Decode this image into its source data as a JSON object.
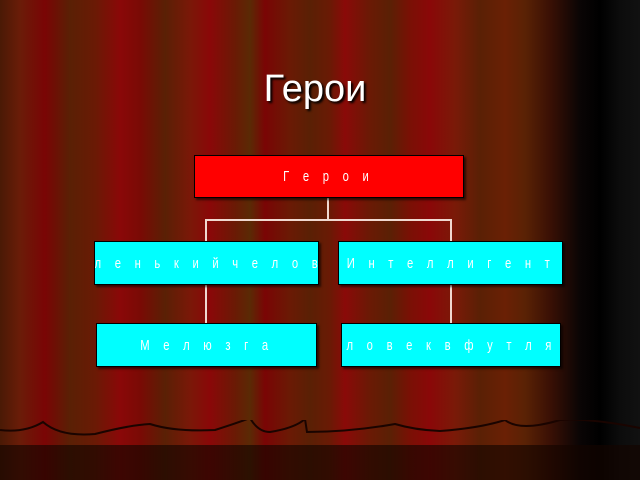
{
  "slide": {
    "title": "Герои",
    "diagram": {
      "root": "Г е р о и",
      "level1": [
        "М а л е н ь к и й   ч е л о в е к",
        "И н т е л л и г е н т"
      ],
      "level2": [
        "М е л ю з г а",
        "Ч е л о в е к   в   ф у т л я р е"
      ]
    },
    "colors": {
      "root": "#ff0000",
      "children": "#00ffff",
      "text": "#ffffff"
    }
  }
}
